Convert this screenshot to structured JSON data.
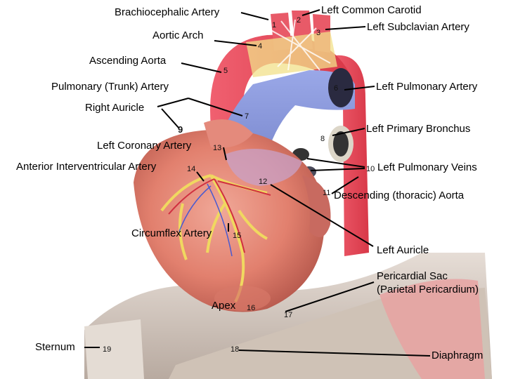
{
  "labels": {
    "brachiocephalic_artery": "Brachiocephalic Artery",
    "left_common_carotid": "Left Common Carotid",
    "left_subclavian_artery": "Left Subclavian Artery",
    "aortic_arch": "Aortic Arch",
    "ascending_aorta": "Ascending Aorta",
    "pulmonary_trunk_artery": "Pulmonary (Trunk) Artery",
    "left_pulmonary_artery": "Left Pulmonary Artery",
    "right_auricle": "Right Auricle",
    "left_primary_bronchus": "Left Primary Bronchus",
    "left_coronary_artery": "Left Coronary Artery",
    "anterior_interventricular_artery": "Anterior Interventricular Artery",
    "left_pulmonary_veins": "Left Pulmonary Veins",
    "descending_thoracic_aorta": "Descending (thoracic) Aorta",
    "circumflex_artery": "Circumflex Artery",
    "left_auricle": "Left Auricle",
    "pericardial_sac_line1": "Pericardial Sac",
    "pericardial_sac_line2": "(Parietal Pericardium)",
    "apex": "Apex",
    "sternum": "Sternum",
    "diaphragm": "Diaphragm"
  },
  "numbers": {
    "n1": "1",
    "n2": "2",
    "n3": "3",
    "n4": "4",
    "n5": "5",
    "n6": "6",
    "n7": "7",
    "n8": "8",
    "n9": "9",
    "n10": "10",
    "n11": "11",
    "n12": "12",
    "n13": "13",
    "n14": "14",
    "n15": "15",
    "n16": "16",
    "n17": "17",
    "n18": "18",
    "n19": "19"
  },
  "colors": {
    "heart_muscle": "#e58a7a",
    "aorta_red": "#e84a5a",
    "pulmonary_blue": "#8a9ad8",
    "vessel_yellow": "#f0d860",
    "pericardium": "#d8cfc8",
    "leader_line": "#000000"
  }
}
